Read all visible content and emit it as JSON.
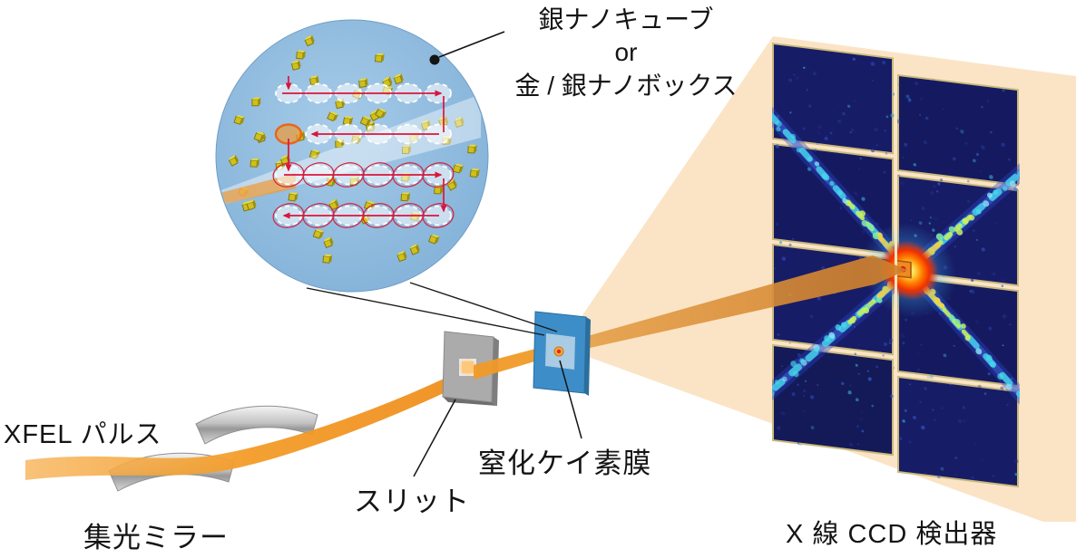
{
  "diagram": {
    "inset_callout": {
      "title_line1": "銀ナノキューブ",
      "title_line2": "or",
      "title_line3": "金 / 銀ナノボックス"
    },
    "beamline": {
      "xfel_pulse_label": "XFEL パルス",
      "focusing_mirror_label": "集光ミラー",
      "slit_label": "スリット",
      "membrane_label": "窒化ケイ素膜",
      "detector_label": "X 線 CCD 検出器"
    },
    "colors": {
      "beam_orange": "#F39C28",
      "cone_peach": "#FBE4C6",
      "inset_blue": "#8CB9DC",
      "nanocube_yellow": "#CFC01C",
      "scan_red": "#DC143C",
      "membrane_blue": "#3D8EC8",
      "detector_navy": "#171C66",
      "detector_frame_tan": "#C9B97C",
      "diffraction_cyan": "#46D8EC",
      "diffraction_hot": "#FF3C00"
    }
  }
}
